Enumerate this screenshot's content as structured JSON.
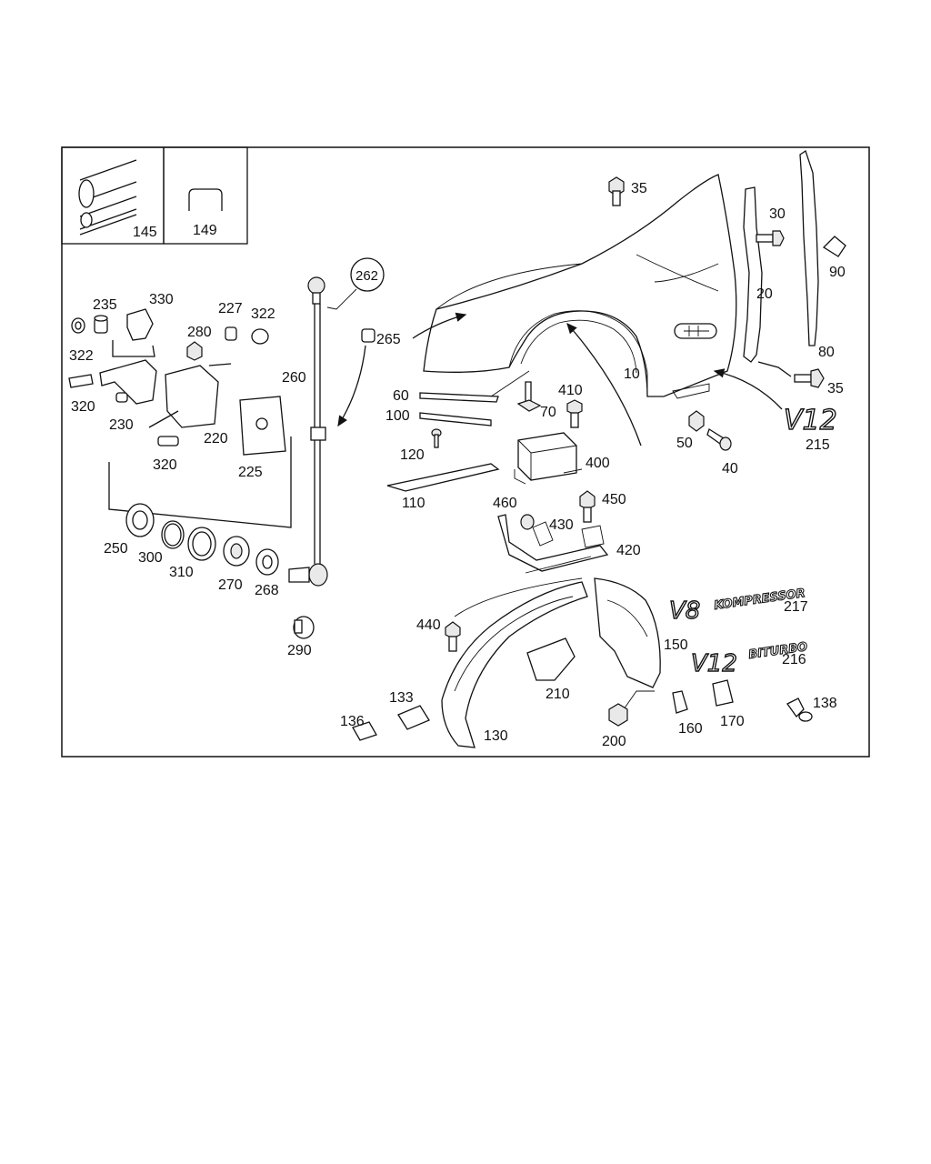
{
  "inset_labels": {
    "weatherstrip": "145",
    "clip": "149"
  },
  "labels": {
    "p10": "10",
    "p20": "20",
    "p30": "30",
    "p35a": "35",
    "p35b": "35",
    "p40": "40",
    "p50": "50",
    "p60": "60",
    "p70": "70",
    "p80": "80",
    "p90": "90",
    "p100": "100",
    "p110": "110",
    "p120": "120",
    "p130": "130",
    "p133": "133",
    "p136": "136",
    "p138": "138",
    "p150": "150",
    "p160": "160",
    "p170": "170",
    "p200": "200",
    "p210": "210",
    "p215": "215",
    "p216": "216",
    "p217": "217",
    "p220": "220",
    "p225": "225",
    "p227": "227",
    "p230": "230",
    "p235": "235",
    "p250": "250",
    "p260": "260",
    "p262": "262",
    "p265": "265",
    "p268": "268",
    "p270": "270",
    "p280": "280",
    "p290": "290",
    "p300": "300",
    "p310": "310",
    "p320a": "320",
    "p320b": "320",
    "p322a": "322",
    "p322b": "322",
    "p330": "330",
    "p400": "400",
    "p410": "410",
    "p420": "420",
    "p430": "430",
    "p440": "440",
    "p450": "450",
    "p460": "460"
  },
  "emblems": {
    "v12_215": "V12",
    "v8_main": "V8",
    "v8_sub": "KOMPRESSOR",
    "v12_216_main": "V12",
    "v12_216_sub": "BITURBO"
  }
}
